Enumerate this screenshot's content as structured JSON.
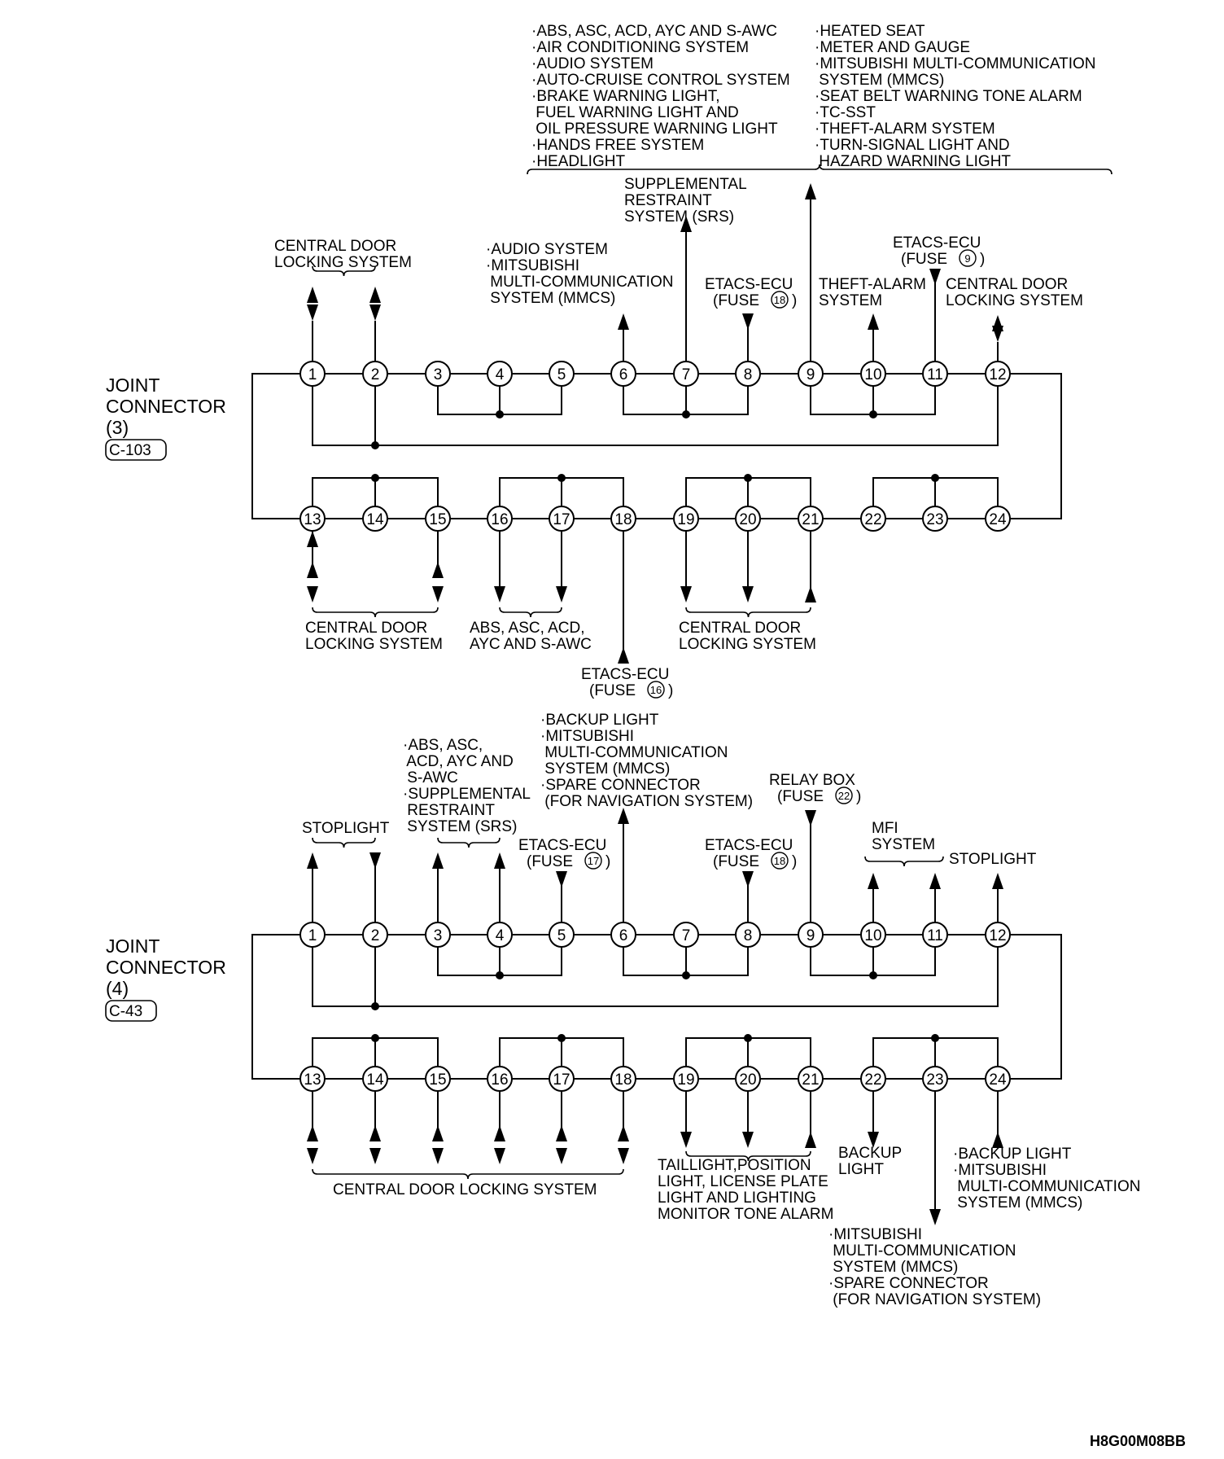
{
  "diagram_code": "H8G00M08BB",
  "connectors": [
    {
      "title_lines": [
        "JOINT",
        "CONNECTOR",
        "(3)"
      ],
      "code": "C-103",
      "fuse_16_label": "16",
      "fuse_9_label": "9",
      "fuse_18_label": "18",
      "labels": {
        "p1_2": [
          "CENTRAL DOOR",
          "LOCKING SYSTEM"
        ],
        "p6": [
          "·AUDIO SYSTEM",
          "·MITSUBISHI",
          " MULTI-COMMUNICATION",
          " SYSTEM (MMCS)"
        ],
        "p7": [
          "SUPPLEMENTAL",
          "RESTRAINT",
          "SYSTEM (SRS)"
        ],
        "p8": [
          "ETACS-ECU",
          "(FUSE",
          ")"
        ],
        "p9_left": [
          "·ABS, ASC, ACD, AYC AND S-AWC",
          "·AIR CONDITIONING SYSTEM",
          "·AUDIO SYSTEM",
          "·AUTO-CRUISE CONTROL SYSTEM",
          "·BRAKE WARNING LIGHT,",
          " FUEL WARNING LIGHT AND",
          " OIL PRESSURE WARNING LIGHT",
          "·HANDS FREE SYSTEM",
          "·HEADLIGHT"
        ],
        "p9_right": [
          "·HEATED SEAT",
          "·METER AND GAUGE",
          "·MITSUBISHI MULTI-COMMUNICATION",
          " SYSTEM (MMCS)",
          "·SEAT BELT WARNING TONE ALARM",
          "·TC-SST",
          "·THEFT-ALARM SYSTEM",
          "·TURN-SIGNAL LIGHT AND",
          " HAZARD WARNING LIGHT"
        ],
        "p10": [
          "THEFT-ALARM",
          "SYSTEM"
        ],
        "p11": [
          "ETACS-ECU",
          "(FUSE",
          ")"
        ],
        "p12": [
          "CENTRAL DOOR",
          "LOCKING SYSTEM"
        ],
        "p13_15": [
          "CENTRAL DOOR",
          "LOCKING SYSTEM"
        ],
        "p16_17": [
          "ABS, ASC, ACD,",
          "AYC AND S-AWC"
        ],
        "p18": [
          "ETACS-ECU",
          "(FUSE",
          ")"
        ],
        "p19_21": [
          "CENTRAL DOOR",
          "LOCKING SYSTEM"
        ]
      }
    },
    {
      "title_lines": [
        "JOINT",
        "CONNECTOR",
        "(4)"
      ],
      "code": "C-43",
      "fuse_17_label": "17",
      "fuse_18_label": "18",
      "fuse_22_label": "22",
      "labels": {
        "p1_2": [
          "STOPLIGHT"
        ],
        "p3_4": [
          "·ABS, ASC,",
          " ACD, AYC AND",
          " S-AWC",
          "·SUPPLEMENTAL",
          " RESTRAINT",
          " SYSTEM (SRS)"
        ],
        "p5": [
          "ETACS-ECU",
          "(FUSE",
          ")"
        ],
        "p6": [
          "·BACKUP LIGHT",
          "·MITSUBISHI",
          " MULTI-COMMUNICATION",
          " SYSTEM (MMCS)",
          "·SPARE CONNECTOR",
          " (FOR NAVIGATION SYSTEM)"
        ],
        "p8": [
          "ETACS-ECU",
          "(FUSE",
          ")"
        ],
        "p9": [
          "RELAY BOX",
          "(FUSE",
          ")"
        ],
        "p10_11": [
          "MFI",
          "SYSTEM"
        ],
        "p12": [
          "STOPLIGHT"
        ],
        "p13_18": [
          "CENTRAL DOOR LOCKING SYSTEM"
        ],
        "p19_21": [
          "TAILLIGHT,POSITION",
          "LIGHT, LICENSE PLATE",
          "LIGHT AND LIGHTING",
          "MONITOR TONE ALARM"
        ],
        "p22": [
          "BACKUP",
          "LIGHT"
        ],
        "p23": [
          "·MITSUBISHI",
          " MULTI-COMMUNICATION",
          " SYSTEM (MMCS)",
          "·SPARE CONNECTOR",
          " (FOR NAVIGATION SYSTEM)"
        ],
        "p24": [
          "·BACKUP LIGHT",
          "·MITSUBISHI",
          " MULTI-COMMUNICATION",
          " SYSTEM (MMCS)"
        ]
      }
    }
  ],
  "pins": [
    "1",
    "2",
    "3",
    "4",
    "5",
    "6",
    "7",
    "8",
    "9",
    "10",
    "11",
    "12",
    "13",
    "14",
    "15",
    "16",
    "17",
    "18",
    "19",
    "20",
    "21",
    "22",
    "23",
    "24"
  ]
}
